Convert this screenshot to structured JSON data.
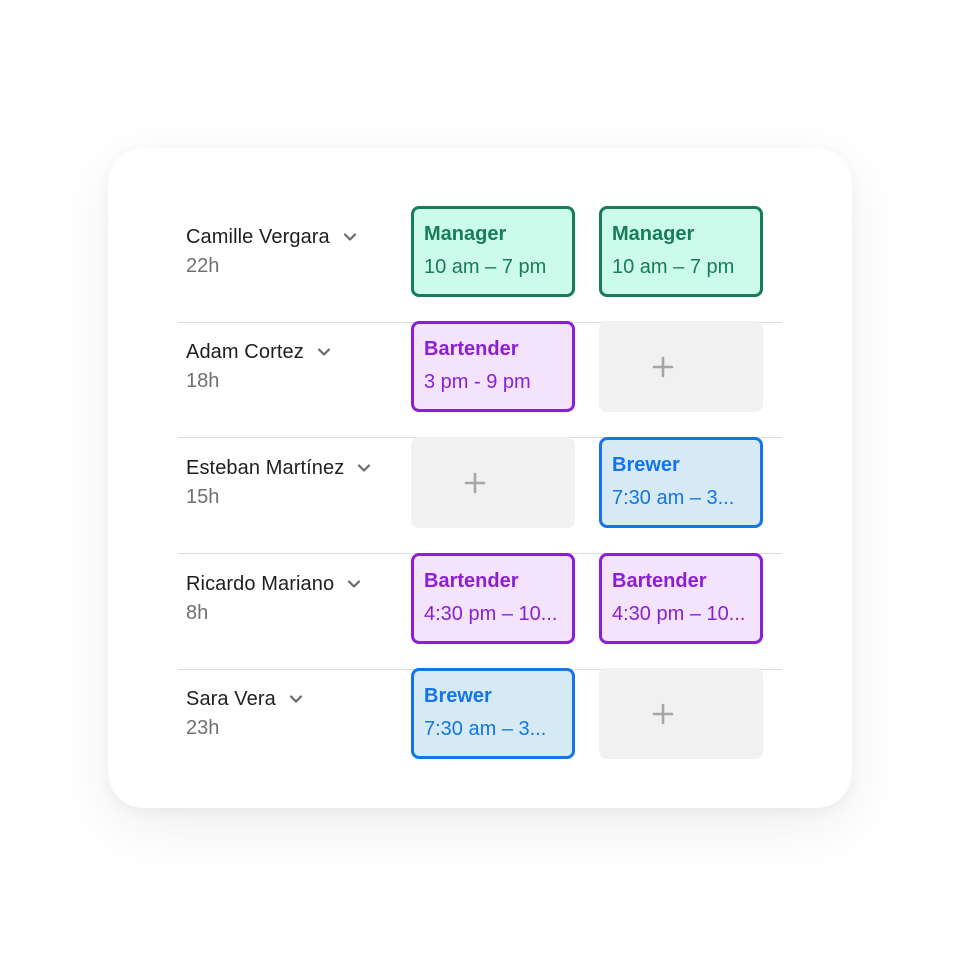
{
  "rows": [
    {
      "name": "Camille Vergara",
      "hours": "22h",
      "slots": [
        {
          "type": "shift",
          "kind": "manager",
          "role": "Manager",
          "time": "10 am – 7 pm"
        },
        {
          "type": "shift",
          "kind": "manager",
          "role": "Manager",
          "time": "10 am – 7 pm"
        }
      ]
    },
    {
      "name": "Adam Cortez",
      "hours": "18h",
      "slots": [
        {
          "type": "shift",
          "kind": "bartender",
          "role": "Bartender",
          "time": "3 pm - 9 pm"
        },
        {
          "type": "empty"
        }
      ]
    },
    {
      "name": "Esteban Martínez",
      "hours": "15h",
      "slots": [
        {
          "type": "empty"
        },
        {
          "type": "shift",
          "kind": "brewer",
          "role": "Brewer",
          "time": "7:30 am – 3..."
        }
      ]
    },
    {
      "name": "Ricardo Mariano",
      "hours": "8h",
      "slots": [
        {
          "type": "shift",
          "kind": "bartender",
          "role": "Bartender",
          "time": "4:30 pm – 10..."
        },
        {
          "type": "shift",
          "kind": "bartender",
          "role": "Bartender",
          "time": "4:30 pm – 10..."
        }
      ]
    },
    {
      "name": "Sara Vera",
      "hours": "23h",
      "slots": [
        {
          "type": "shift",
          "kind": "brewer",
          "role": "Brewer",
          "time": "7:30 am – 3..."
        },
        {
          "type": "empty"
        }
      ]
    }
  ],
  "icons": {
    "expand": "chevron-down-icon",
    "add": "plus-icon"
  },
  "colors": {
    "manager_border": "#177c5a",
    "manager_fill": "#ccfbec",
    "bartender_border": "#8b1fd6",
    "bartender_fill": "#f3e3fc",
    "brewer_border": "#1474e8",
    "brewer_fill": "#d6eaf6",
    "empty_fill": "#f1f1f1"
  }
}
